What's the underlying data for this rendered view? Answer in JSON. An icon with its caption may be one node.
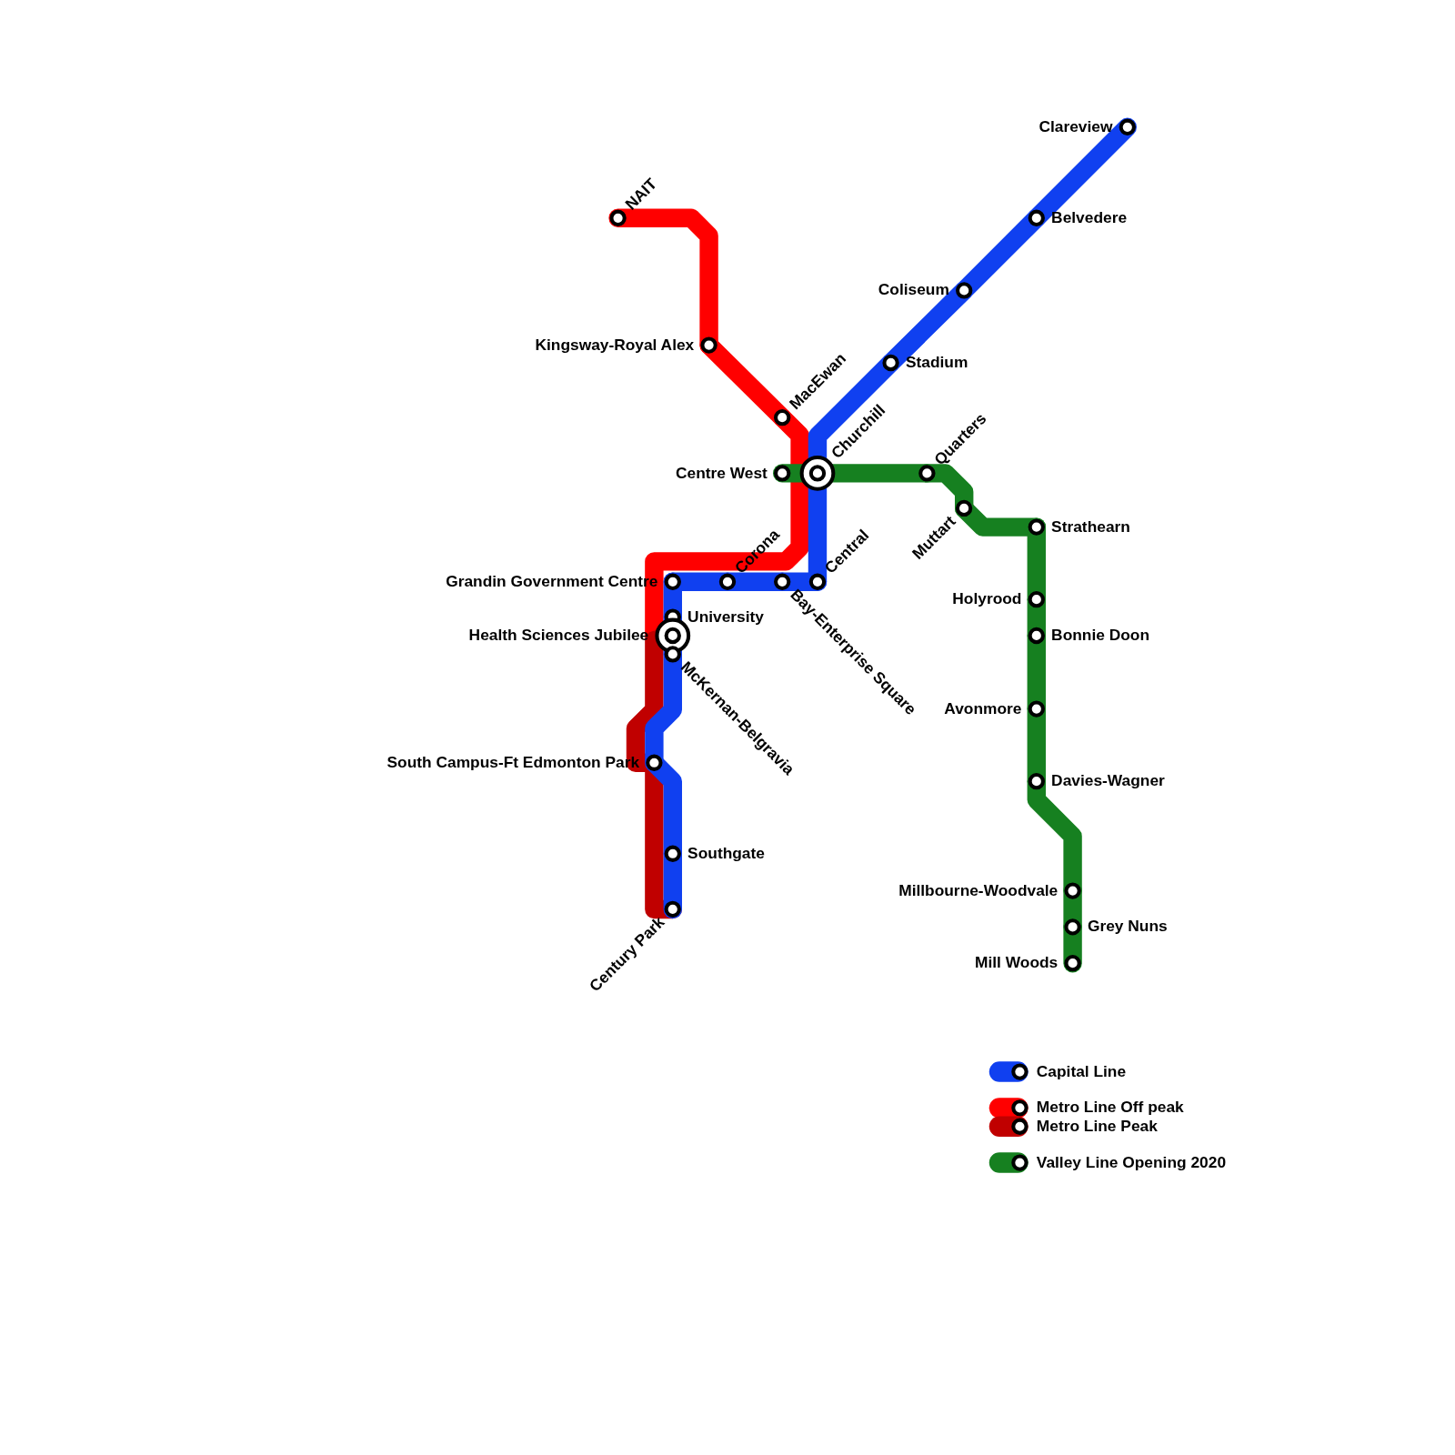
{
  "diagram": {
    "nodes": [
      {
        "text": [
          "NAIT"
        ]
      },
      {
        "text": [
          "Kingsway-Royal Alex"
        ]
      },
      {
        "text": [
          "MacEwan"
        ]
      },
      {
        "text": [
          "Churchill"
        ]
      },
      {
        "text": [
          "Centre West"
        ]
      },
      {
        "text": [
          "Quarters"
        ]
      },
      {
        "text": [
          "Muttart"
        ]
      },
      {
        "text": [
          "Strathearn"
        ]
      },
      {
        "text": [
          "Holyrood"
        ]
      },
      {
        "text": [
          "Bonnie Doon"
        ]
      },
      {
        "text": [
          "Avonmore"
        ]
      },
      {
        "text": [
          "Davies-Wagner"
        ]
      },
      {
        "text": [
          "Millbourne-Woodvale"
        ]
      },
      {
        "text": [
          "Grey Nuns"
        ]
      },
      {
        "text": [
          "Mill Woods"
        ]
      },
      {
        "text": [
          "Clareview"
        ]
      },
      {
        "text": [
          "Belvedere"
        ]
      },
      {
        "text": [
          "Coliseum"
        ]
      },
      {
        "text": [
          "Stadium"
        ]
      },
      {
        "text": [
          "Central"
        ]
      },
      {
        "text": [
          "Bay-Enterprise Square"
        ]
      },
      {
        "text": [
          "Corona"
        ]
      },
      {
        "text": [
          "Grandin Government Centre"
        ]
      },
      {
        "text": [
          "University"
        ]
      },
      {
        "text": [
          "Health Sciences Jubilee"
        ]
      },
      {
        "text": [
          "McKernan-Belgravia"
        ]
      },
      {
        "text": [
          "South Campus-Ft Edmonton Park"
        ]
      },
      {
        "text": [
          "Southgate"
        ]
      },
      {
        "text": [
          "Century Park"
        ]
      }
    ],
    "edges": [
      {
        "from": 0,
        "to": 1,
        "arrow": "none",
        "color": "#ff0000"
      },
      {
        "from": 1,
        "to": 2,
        "arrow": "none",
        "color": "#ff0000"
      },
      {
        "from": 2,
        "to": 3,
        "arrow": "none",
        "color": "#ff0000"
      },
      {
        "from": 3,
        "to": 24,
        "arrow": "none",
        "color": "#ff0000"
      },
      {
        "from": 24,
        "to": 26,
        "arrow": "none",
        "color": "#c00000"
      },
      {
        "from": 26,
        "to": 28,
        "arrow": "none",
        "color": "#c00000"
      },
      {
        "from": 15,
        "to": 16,
        "arrow": "none",
        "color": "#1040f0"
      },
      {
        "from": 16,
        "to": 17,
        "arrow": "none",
        "color": "#1040f0"
      },
      {
        "from": 17,
        "to": 18,
        "arrow": "none",
        "color": "#1040f0"
      },
      {
        "from": 18,
        "to": 3,
        "arrow": "none",
        "color": "#1040f0"
      },
      {
        "from": 3,
        "to": 19,
        "arrow": "none",
        "color": "#1040f0"
      },
      {
        "from": 19,
        "to": 20,
        "arrow": "none",
        "color": "#1040f0"
      },
      {
        "from": 20,
        "to": 21,
        "arrow": "none",
        "color": "#1040f0"
      },
      {
        "from": 21,
        "to": 22,
        "arrow": "none",
        "color": "#1040f0"
      },
      {
        "from": 22,
        "to": 23,
        "arrow": "none",
        "color": "#1040f0"
      },
      {
        "from": 23,
        "to": 24,
        "arrow": "none",
        "color": "#1040f0"
      },
      {
        "from": 24,
        "to": 25,
        "arrow": "none",
        "color": "#1040f0"
      },
      {
        "from": 25,
        "to": 26,
        "arrow": "none",
        "color": "#1040f0"
      },
      {
        "from": 26,
        "to": 27,
        "arrow": "none",
        "color": "#1040f0"
      },
      {
        "from": 27,
        "to": 28,
        "arrow": "none",
        "color": "#1040f0"
      },
      {
        "from": 4,
        "to": 3,
        "arrow": "none",
        "color": "#168020"
      },
      {
        "from": 3,
        "to": 5,
        "arrow": "none",
        "color": "#168020"
      },
      {
        "from": 5,
        "to": 6,
        "arrow": "none",
        "color": "#168020"
      },
      {
        "from": 6,
        "to": 7,
        "arrow": "none",
        "color": "#168020"
      },
      {
        "from": 7,
        "to": 8,
        "arrow": "none",
        "color": "#168020"
      },
      {
        "from": 8,
        "to": 9,
        "arrow": "none",
        "color": "#168020"
      },
      {
        "from": 9,
        "to": 10,
        "arrow": "none",
        "color": "#168020"
      },
      {
        "from": 10,
        "to": 11,
        "arrow": "none",
        "color": "#168020"
      },
      {
        "from": 11,
        "to": 12,
        "arrow": "none",
        "color": "#168020"
      },
      {
        "from": 12,
        "to": 13,
        "arrow": "none",
        "color": "#168020"
      },
      {
        "from": 13,
        "to": 14,
        "arrow": "none",
        "color": "#168020"
      }
    ],
    "legend": [
      {
        "text": "Capital Line",
        "color": "#1040f0"
      },
      {
        "text": "Metro Line Off peak",
        "color": "#ff0000"
      },
      {
        "text": "Metro Line Peak",
        "color": "#c00000"
      },
      {
        "text": "Valley Line Opening 2020",
        "color": "#168020"
      }
    ]
  }
}
